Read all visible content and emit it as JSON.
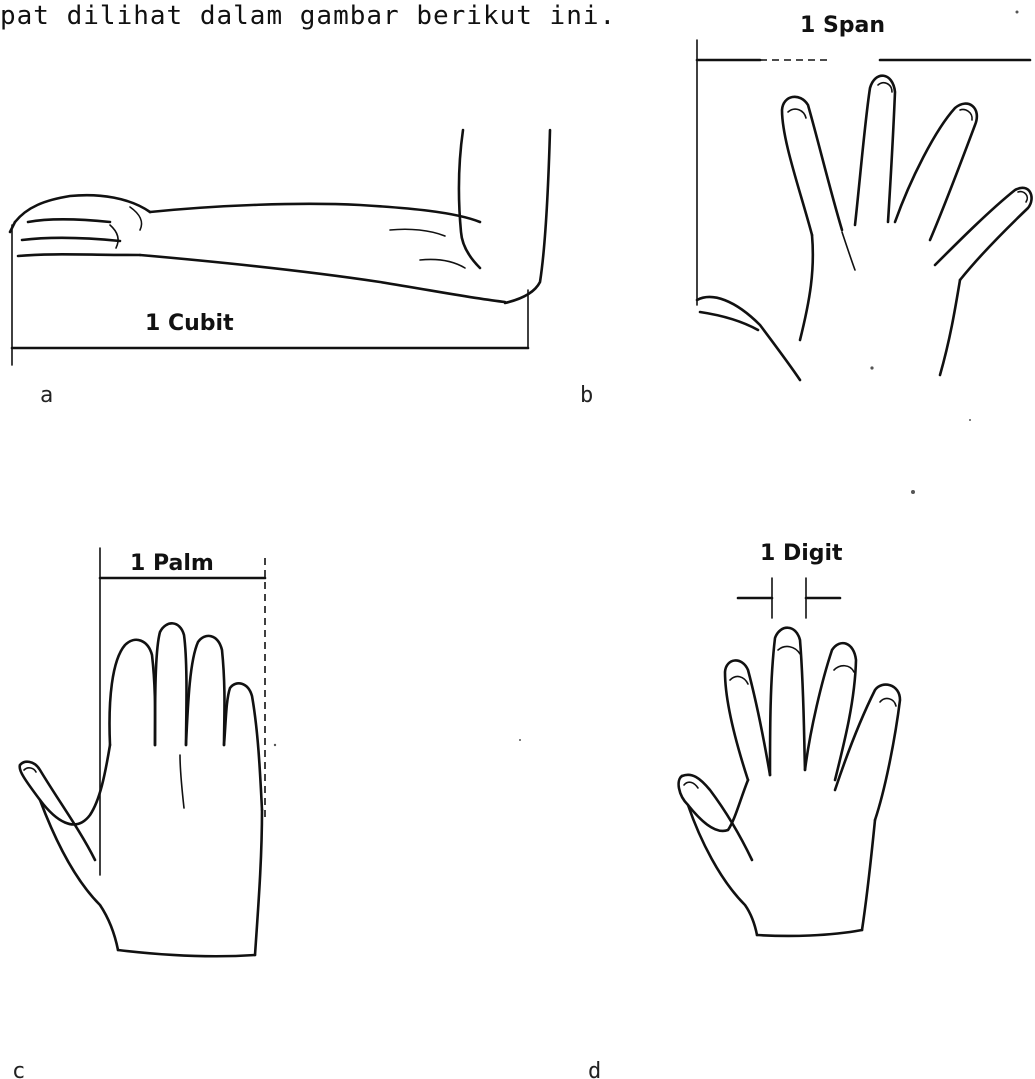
{
  "intro_text": "pat dilihat dalam gambar berikut ini.",
  "panels": [
    {
      "letter": "a",
      "measure_label": "1 Cubit"
    },
    {
      "letter": "b",
      "measure_label": "1 Span"
    },
    {
      "letter": "c",
      "measure_label": "1 Palm"
    },
    {
      "letter": "d",
      "measure_label": "1 Digit"
    }
  ]
}
